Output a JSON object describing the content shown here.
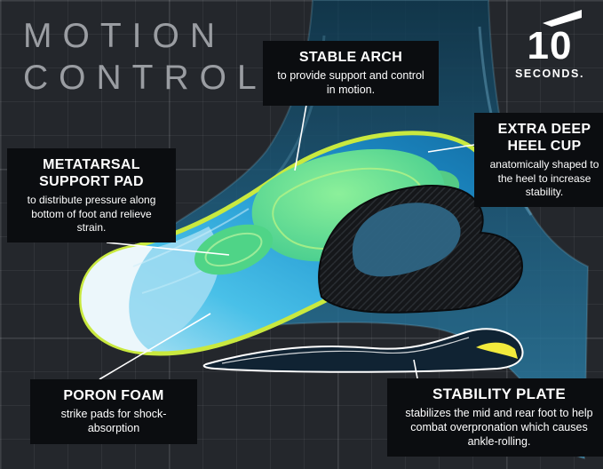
{
  "title": {
    "line1": "MOTION",
    "line2": "CONTROL"
  },
  "logo": {
    "number": "10",
    "word": "SECONDS."
  },
  "callouts": {
    "stable_arch": {
      "heading": "STABLE ARCH",
      "body": "to provide support and control in motion."
    },
    "metatarsal": {
      "heading": "METATARSAL SUPPORT PAD",
      "body": "to distribute pressure along bottom of foot and relieve strain."
    },
    "heel_cup": {
      "heading": "EXTRA DEEP HEEL CUP",
      "body": "anatomically shaped to the heel to increase stability."
    },
    "poron_foam": {
      "heading": "PORON FOAM",
      "body": "strike pads for shock-absorption"
    },
    "stability_plate": {
      "heading": "STABILITY PLATE",
      "body": "stabilizes the mid and rear foot to help combat overpronation which causes ankle-rolling."
    }
  },
  "colors": {
    "background": "#24272c",
    "grid_line": "#33373d",
    "title_gray": "#9a9da2",
    "callout_bg": "#0b0d10",
    "text_white": "#ffffff",
    "foot_blue": "#2e7ba3",
    "insole_cyan": "#2fb3e2",
    "insole_deep_blue": "#1470a8",
    "gel_green": "#4fd487",
    "rim_yellow_green": "#c9e93f",
    "poron_white": "#ecf7fb",
    "carbon_black": "#17191c",
    "plate_yellow": "#f2ea3c"
  }
}
